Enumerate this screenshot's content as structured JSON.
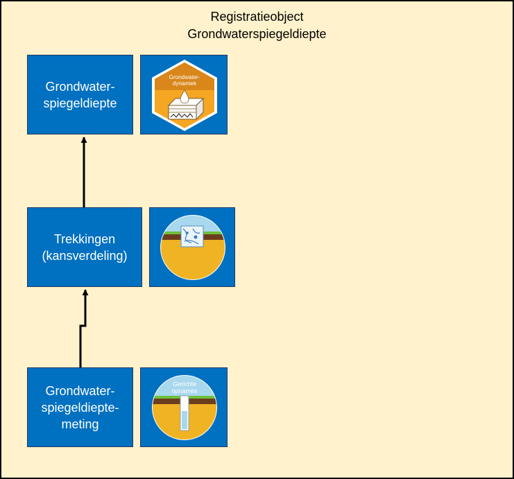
{
  "title": {
    "line1": "Registratieobject",
    "line2": "Grondwaterspiegeldiepte"
  },
  "nodes": [
    {
      "id": "grondwaterspiegeldiepte",
      "label": "Grondwater-\nspiegeldiepte",
      "icon": "grondwaterdynamiek-hexagon-icon",
      "icon_text": "Grondwater-\ndynamiek"
    },
    {
      "id": "trekkingen",
      "label": "Trekkingen\n(kansverdeling)",
      "icon": "soil-profile-map-icon"
    },
    {
      "id": "meting",
      "label": "Grondwater-\nspiegeldiepte-\nmeting",
      "icon": "gerichte-opnames-icon",
      "icon_text": "Gerichte\nopnames"
    }
  ],
  "edges": [
    {
      "from": "trekkingen",
      "to": "grondwaterspiegeldiepte"
    },
    {
      "from": "meting",
      "to": "trekkingen"
    }
  ],
  "colors": {
    "background": "#fff2cc",
    "box_fill": "#0070c0",
    "box_border": "#1f3864",
    "box_text": "#ffffff",
    "hexagon_orange": "#f5a623",
    "hexagon_dark_orange": "#d9861a",
    "soil_yellow": "#f0b323",
    "soil_brown": "#6b3e1e",
    "sky_blue": "#a8d8ee",
    "grass_green": "#6fbf3a"
  }
}
